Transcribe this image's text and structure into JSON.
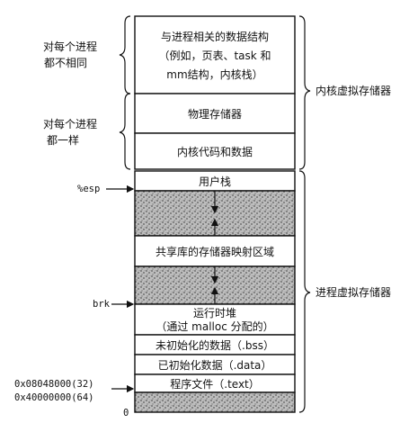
{
  "kernel_region": {
    "label": "内核虚拟存储器",
    "per_process_different_label_line1": "对每个进程",
    "per_process_different_label_line2": "都不相同",
    "same_for_each_label_line1": "对每个进程",
    "same_for_each_label_line2": "都一样",
    "process_structures_line1": "与进程相关的数据结构",
    "process_structures_line2": "（例如，页表、task 和",
    "process_structures_line3": "mm结构，内核栈）",
    "physical_memory": "物理存储器",
    "kernel_code_data": "内核代码和数据"
  },
  "process_region": {
    "label": "进程虚拟存储器",
    "user_stack": "用户栈",
    "shared_libs": "共享库的存储器映射区域",
    "heap_line1": "运行时堆",
    "heap_line2": "（通过 malloc 分配的）",
    "bss": "未初始化的数据（.bss）",
    "data": "已初始化数据（.data）",
    "text": "程序文件（.text）"
  },
  "pointers": {
    "esp": "%esp",
    "brk": "brk"
  },
  "addresses": {
    "addr32": "0x08048000(32)",
    "addr64": "0x40000000(64)",
    "zero": "0"
  }
}
